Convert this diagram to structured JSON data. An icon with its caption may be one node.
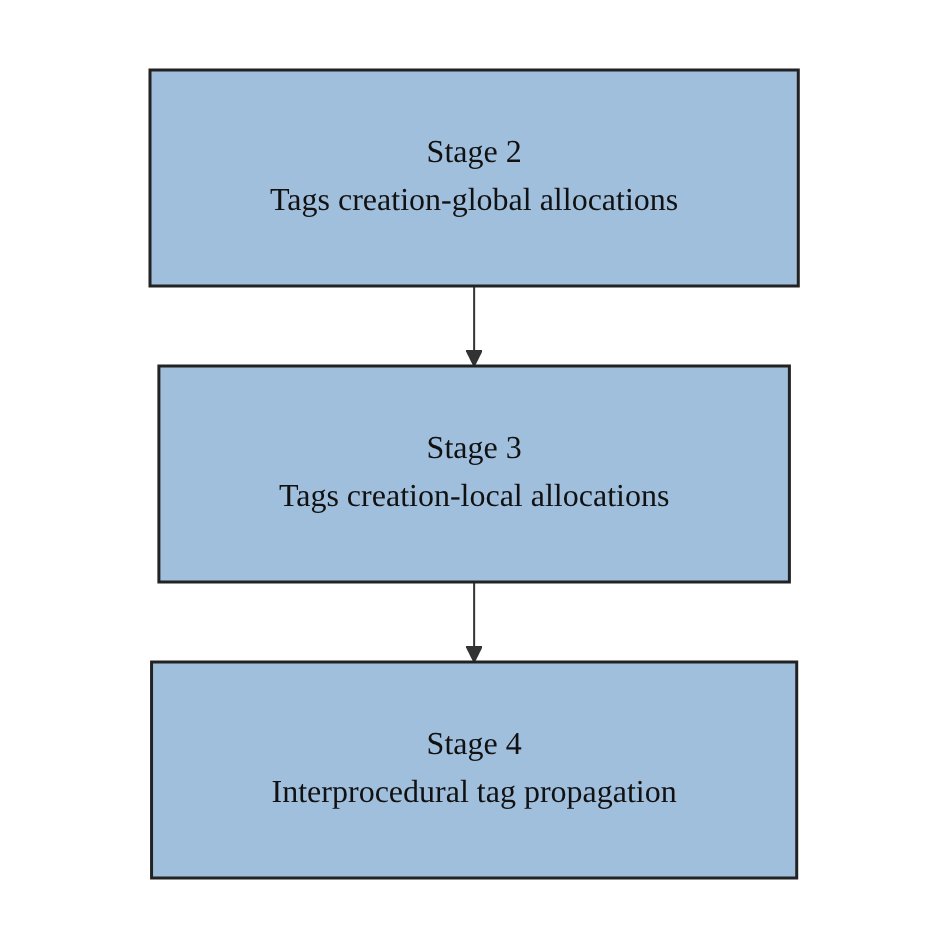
{
  "diagram": {
    "nodes": [
      {
        "text": [
          "Stage 2",
          "Tags creation-global allocations"
        ]
      },
      {
        "text": [
          "Stage 3",
          "Tags creation-local allocations"
        ]
      },
      {
        "text": [
          "Stage 4",
          "Interprocedural tag propagation"
        ]
      }
    ],
    "edges": [
      {
        "from": 0,
        "to": 1,
        "arrow": "to"
      },
      {
        "from": 1,
        "to": 2,
        "arrow": "to"
      }
    ]
  }
}
